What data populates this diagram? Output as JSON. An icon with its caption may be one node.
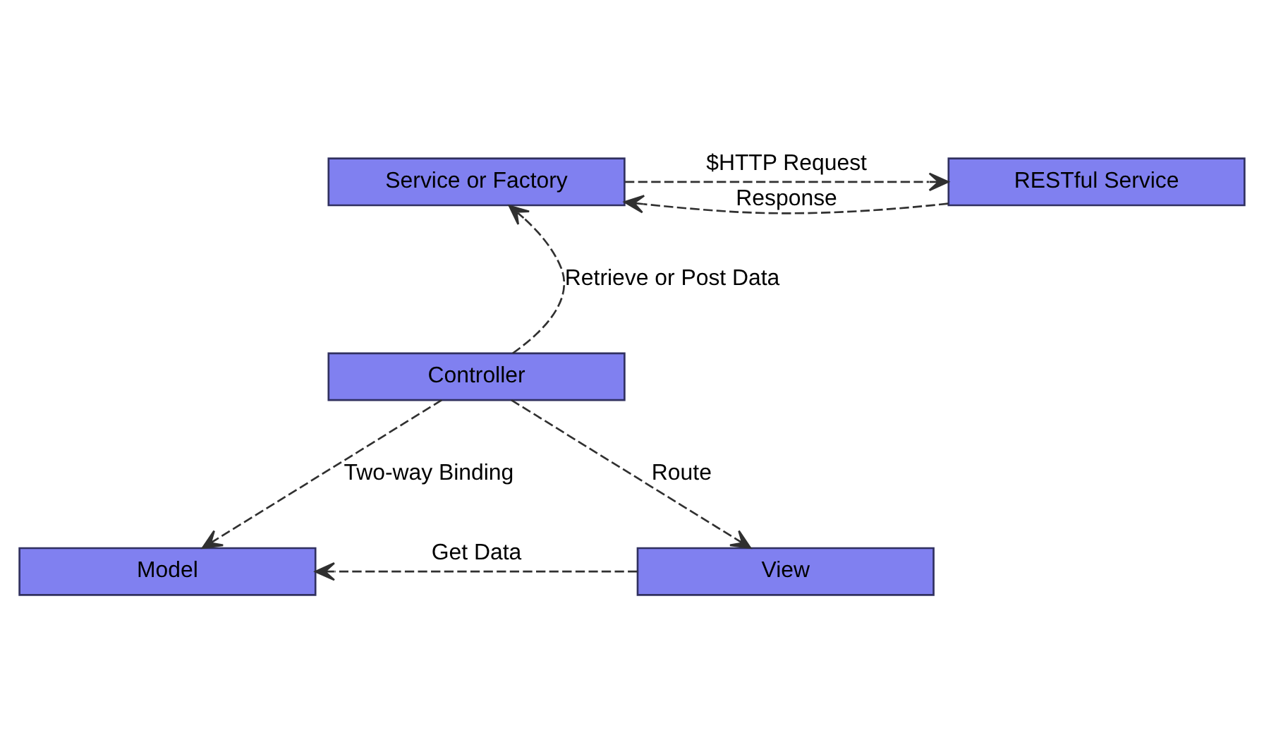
{
  "diagram": {
    "nodes": [
      {
        "text": [
          "Service or Factory"
        ]
      },
      {
        "text": [
          "RESTful Service"
        ]
      },
      {
        "text": [
          "Controller"
        ]
      },
      {
        "text": [
          "Model"
        ]
      },
      {
        "text": [
          "View"
        ]
      }
    ],
    "edges": [
      {
        "from": 0,
        "to": 1,
        "arrow": "to",
        "style": "dashed",
        "label": "$HTTP Request"
      },
      {
        "from": 1,
        "to": 0,
        "arrow": "to",
        "style": "dashed",
        "label": "Response"
      },
      {
        "from": 2,
        "to": 0,
        "arrow": "to",
        "style": "dashed",
        "label": "Retrieve or Post Data"
      },
      {
        "from": 2,
        "to": 3,
        "arrow": "to",
        "style": "dashed",
        "label": "Two-way Binding"
      },
      {
        "from": 2,
        "to": 4,
        "arrow": "to",
        "style": "dashed",
        "label": "Route"
      },
      {
        "from": 4,
        "to": 3,
        "arrow": "to",
        "style": "dashed",
        "label": "Get Data"
      }
    ]
  }
}
